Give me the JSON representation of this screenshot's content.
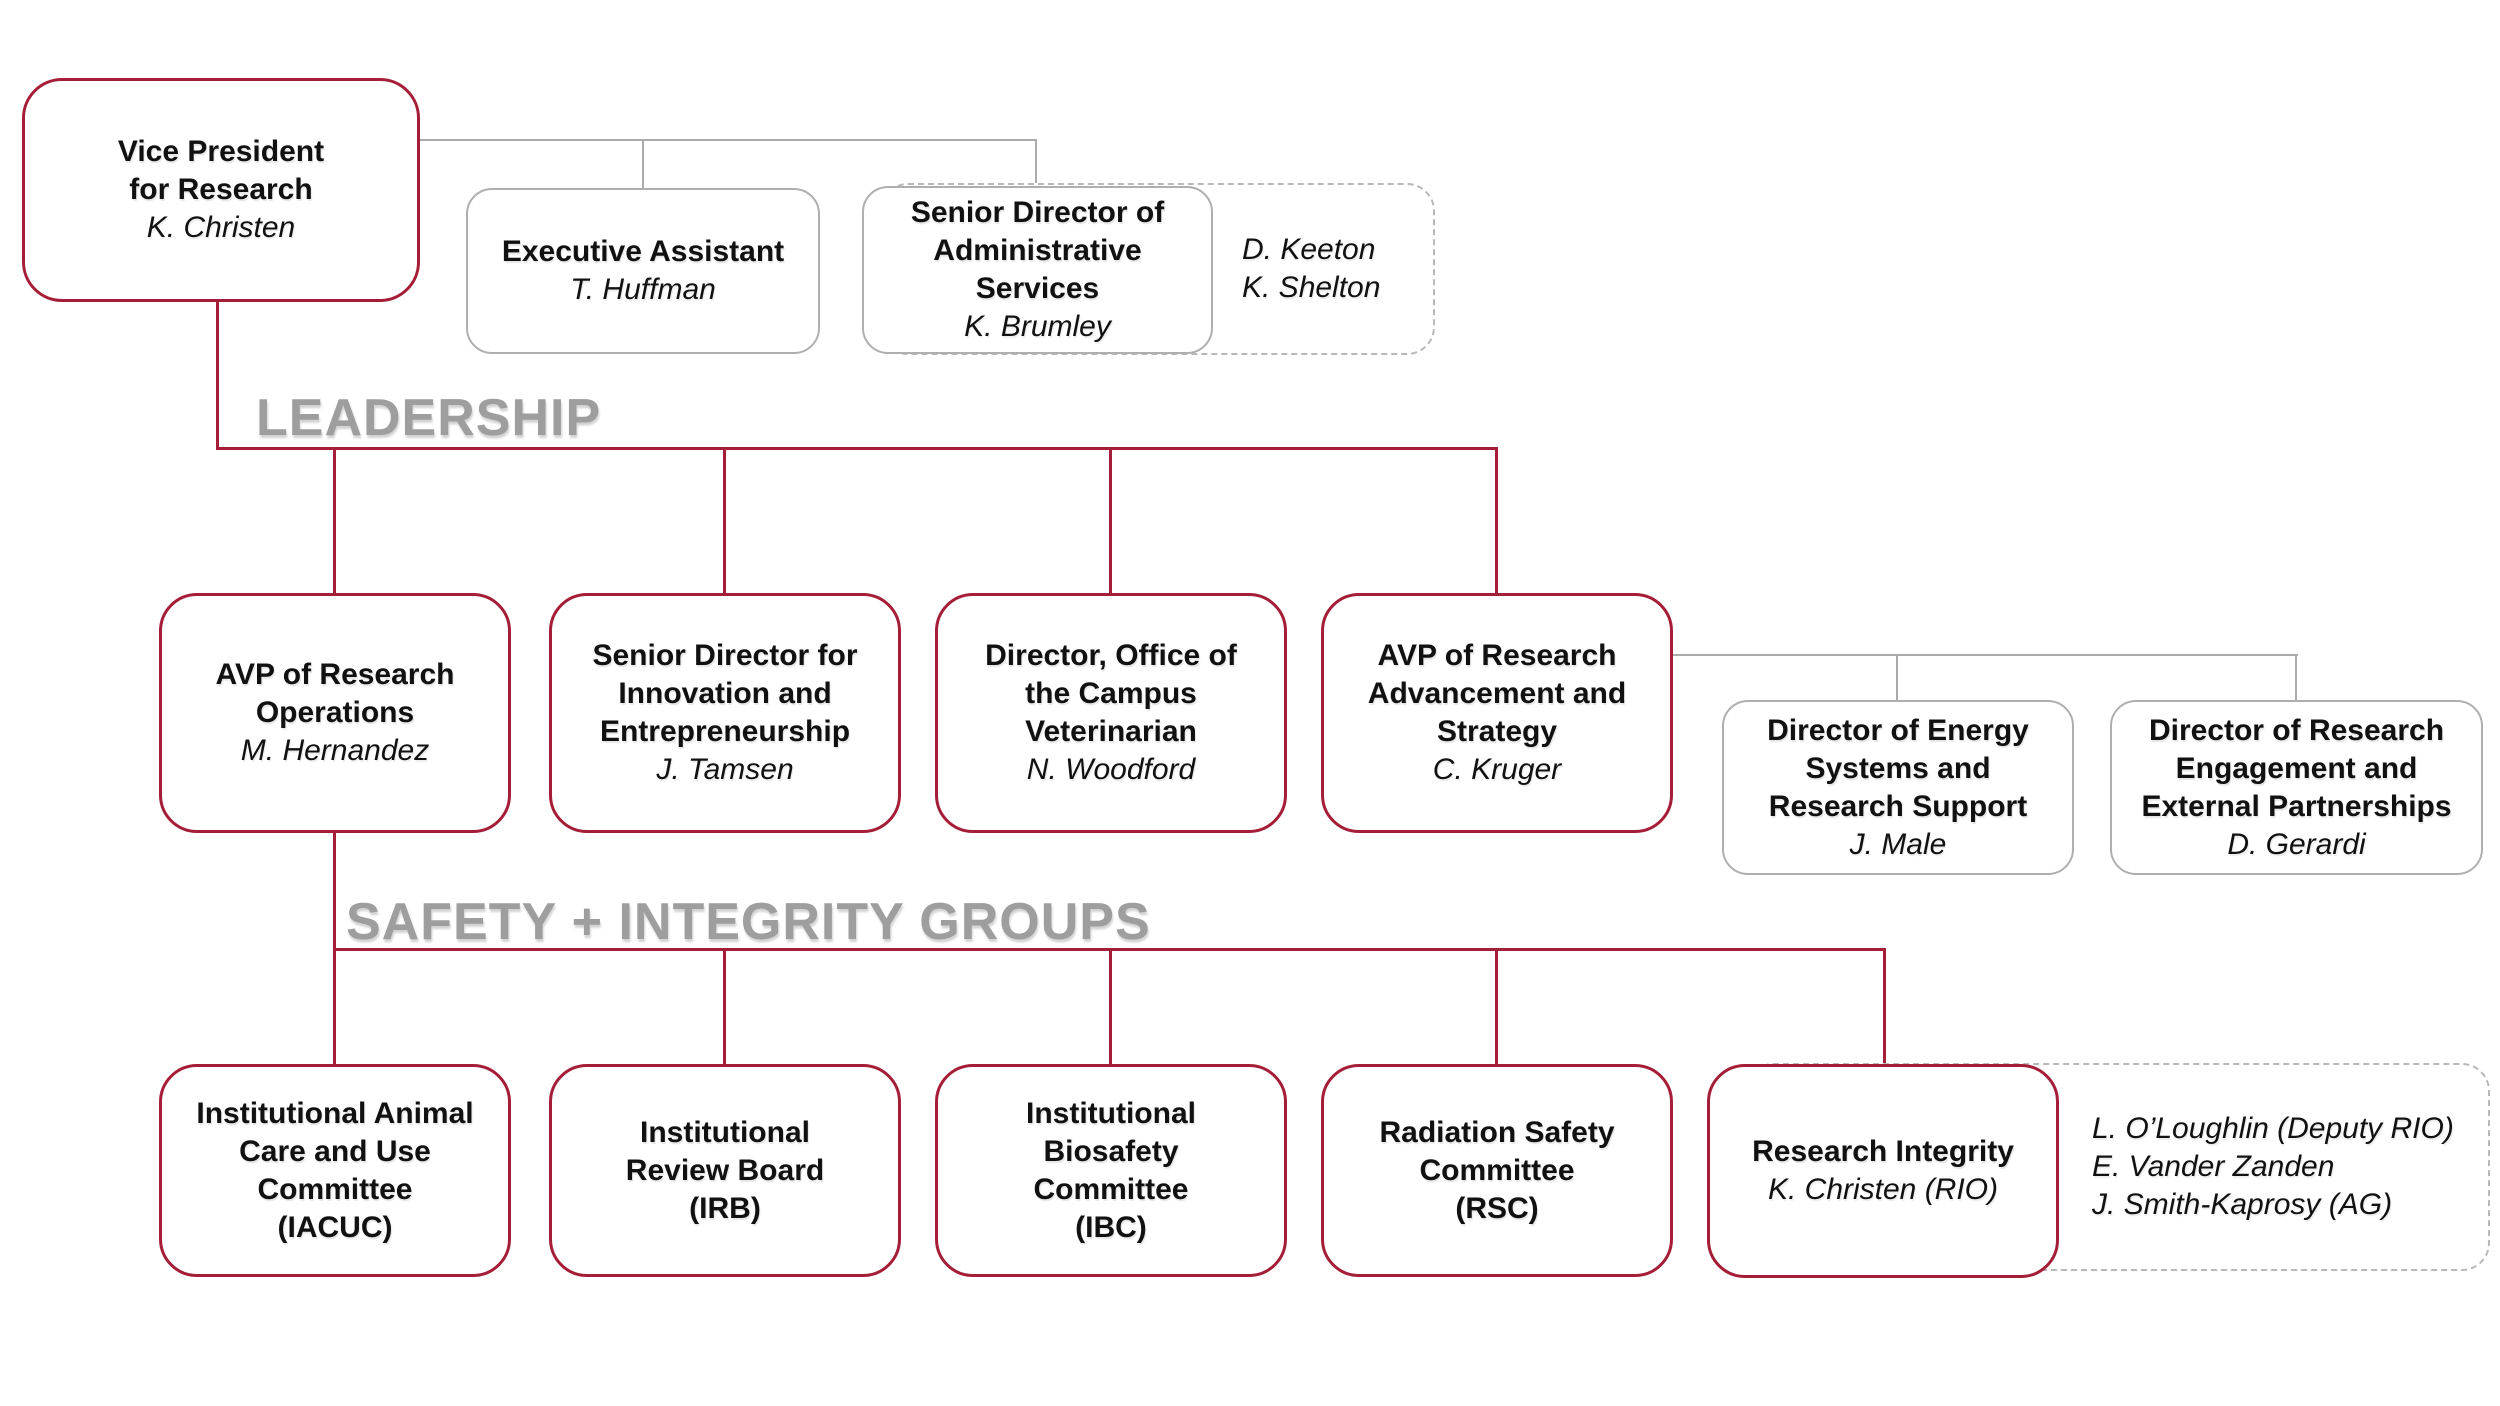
{
  "colors": {
    "crimson": "#A51E37",
    "connector_gray": "#ABABAB",
    "box_border_gray": "#AFAFAF",
    "dashed_border_gray": "#B8B8B8",
    "heading_gray": "#9E9E9E"
  },
  "sections": {
    "leadership_label": "LEADERSHIP",
    "safety_label": "SAFETY + INTEGRITY GROUPS"
  },
  "nodes": {
    "vp": {
      "title": "Vice President\nfor Research",
      "name": "K. Christen"
    },
    "executive_assistant": {
      "title": "Executive Assistant",
      "name": "T. Huffman"
    },
    "senior_director_admin": {
      "title": "Senior Director of\nAdministrative\nServices",
      "name": "K. Brumley"
    },
    "admin_services_staff": {
      "names": "D. Keeton\nK. Shelton"
    },
    "avp_research_operations": {
      "title": "AVP of Research\nOperations",
      "name": "M. Hernandez"
    },
    "senior_director_innovation": {
      "title": "Senior Director for\nInnovation and\nEntrepreneurship",
      "name": "J. Tamsen"
    },
    "director_campus_veterinarian": {
      "title": "Director, Office of\nthe Campus\nVeterinarian",
      "name": "N. Woodford"
    },
    "avp_research_advancement": {
      "title": "AVP of Research\nAdvancement and\nStrategy",
      "name": "C. Kruger"
    },
    "director_energy_systems": {
      "title": "Director of Energy\nSystems and\nResearch Support",
      "name": "J. Male"
    },
    "director_research_engagement": {
      "title": "Director of Research\nEngagement and\nExternal Partnerships",
      "name": "D. Gerardi"
    },
    "iacuc": {
      "title": "Institutional Animal\nCare and Use\nCommittee\n(IACUC)"
    },
    "irb": {
      "title": "Institutional\nReview Board\n(IRB)"
    },
    "ibc": {
      "title": "Institutional\nBiosafety\nCommittee\n(IBC)"
    },
    "rsc": {
      "title": "Radiation Safety\nCommittee\n(RSC)"
    },
    "research_integrity": {
      "title": "Research Integrity",
      "name": "K. Christen (RIO)"
    },
    "research_integrity_staff": {
      "names": "L. O’Loughlin (Deputy RIO)\nE. Vander Zanden\nJ. Smith-Kaprosy (AG)"
    }
  }
}
